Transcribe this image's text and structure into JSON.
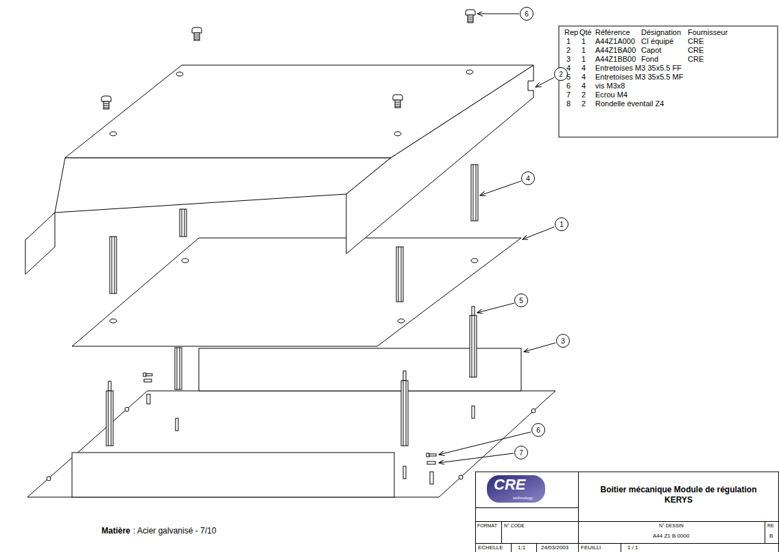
{
  "diagram": {
    "title": "Boitier mécanique Module de régulation KERYS",
    "nodes": [
      {
        "text": [
          "6"
        ]
      },
      {
        "text": [
          "2"
        ]
      },
      {
        "text": [
          "4"
        ]
      },
      {
        "text": [
          "1"
        ]
      },
      {
        "text": [
          "5"
        ]
      },
      {
        "text": [
          "3"
        ]
      },
      {
        "text": [
          "6"
        ]
      },
      {
        "text": [
          "7"
        ]
      }
    ],
    "labels": [
      "Rep",
      "Qté",
      "Référence",
      "Désignation",
      "Fournisseur",
      "1",
      "1",
      "A44Z1A000",
      "CI équipé",
      "CRE",
      "2",
      "1",
      "A44Z1BA00",
      "Capot",
      "CRE",
      "3",
      "1",
      "A44Z1BB00",
      "Fond",
      "CRE",
      "4",
      "4",
      "Entretoises M3 35x5.5 FF",
      "5",
      "4",
      "Entretoises M3 35x5.5 MF",
      "6",
      "4",
      "vis M3x8",
      "7",
      "2",
      "Ecrou M4",
      "8",
      "2",
      "Rondelle éventail Z4",
      "CRE",
      "technology",
      "FORMAT",
      "N° CODE",
      "N° DESSIN",
      "A44 Z1 B 0000",
      "RE",
      "B",
      "ECHELLE",
      "1:1",
      "24/03/2003",
      "FEUILLI",
      "1 / 1",
      "Matière",
      ": Acier galvanisé - 7/10"
    ]
  }
}
